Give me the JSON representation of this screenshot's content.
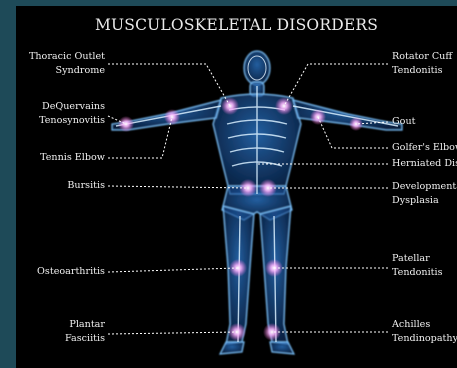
{
  "title": "MUSCULOSKELETAL DISORDERS",
  "left_labels": [
    {
      "line1": "Thoracic Outlet",
      "line2": "Syndrome"
    },
    {
      "line1": "DeQuervains",
      "line2": "Tenosynovitis"
    },
    {
      "line1": "Tennis Elbow",
      "line2": ""
    },
    {
      "line1": "Bursitis",
      "line2": ""
    },
    {
      "line1": "Osteoarthritis",
      "line2": ""
    },
    {
      "line1": "Plantar",
      "line2": "Fasciitis"
    }
  ],
  "right_labels": [
    {
      "line1": "Rotator Cuff",
      "line2": "Tendonitis"
    },
    {
      "line1": "Gout",
      "line2": ""
    },
    {
      "line1": "Golfer's Elbow",
      "line2": ""
    },
    {
      "line1": "Herniated Disc",
      "line2": ""
    },
    {
      "line1": "Developmental",
      "line2": "Dysplasia"
    },
    {
      "line1": "Patellar",
      "line2": "Tendonitis"
    },
    {
      "line1": "Achilles",
      "line2": "Tendinopathy"
    }
  ],
  "colors": {
    "background": "#000000",
    "frame": "#1e4a58",
    "body_glow": "#4aa8ff",
    "hotspot": "#ffb6ff",
    "text": "#f2f2f2"
  }
}
